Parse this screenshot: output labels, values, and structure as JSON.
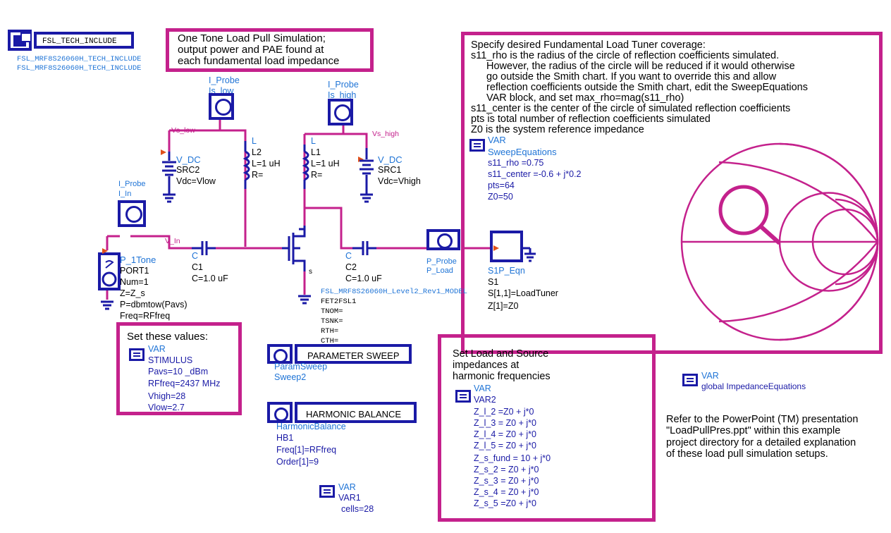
{
  "tech_include": {
    "title": "FSL_TECH_INCLUDE",
    "line1": "FSL_MRF8S26060H_TECH_INCLUDE",
    "line2": "FSL_MRF8S26060H_TECH_INCLUDE"
  },
  "title_note": {
    "line1": "One Tone Load Pull Simulation;",
    "line2": "output power and PAE found at",
    "line3": "each fundamental load impedance"
  },
  "tuner_note": {
    "lines": [
      "Specify desired Fundamental Load Tuner coverage:",
      "s11_rho is the radius of the circle of reflection coefficients simulated.",
      "However, the radius of the circle will be reduced if it would otherwise",
      "go outside the Smith chart.  If you want to override this and allow",
      "reflection coefficients outside the Smith chart, edit the SweepEquations",
      "VAR block, and set max_rho=mag(s11_rho)",
      "s11_center is the center of the circle of simulated reflection coefficients",
      "pts is total number of reflection coefficients simulated",
      "Z0 is the system reference impedance"
    ],
    "var": {
      "kind": "VAR",
      "name": "SweepEquations",
      "params": [
        "s11_rho =0.75",
        "s11_center =-0.6 + j*0.2",
        "pts=64",
        "Z0=50"
      ]
    }
  },
  "probes": {
    "is_low": {
      "kind": "I_Probe",
      "name": "Is_low"
    },
    "is_high": {
      "kind": "I_Probe",
      "name": "Is_high"
    },
    "i_in": {
      "kind": "I_Probe",
      "name": "I_In"
    },
    "p_load": {
      "kind": "P_Probe",
      "name": "P_Load"
    }
  },
  "nets": {
    "vs_low": "Vs_low",
    "vs_high": "Vs_high",
    "v_in": "V_In"
  },
  "src2": {
    "kind": "V_DC",
    "name": "SRC2",
    "param": "Vdc=Vlow"
  },
  "src1": {
    "kind": "V_DC",
    "name": "SRC1",
    "param": "Vdc=Vhigh"
  },
  "l2": {
    "kind": "L",
    "name": "L2",
    "p1": "L=1 uH",
    "p2": "R="
  },
  "l1": {
    "kind": "L",
    "name": "L1",
    "p1": "L=1 uH",
    "p2": "R="
  },
  "c1": {
    "kind": "C",
    "name": "C1",
    "param": "C=1.0 uF"
  },
  "c2": {
    "kind": "C",
    "name": "C2",
    "param": "C=1.0 uF"
  },
  "port1": {
    "kind": "P_1Tone",
    "name": "PORT1",
    "params": [
      "Num=1",
      "Z=Z_s",
      "P=dbmtow(Pavs)",
      "Freq=RFfreq"
    ]
  },
  "fet": {
    "model": "FSL_MRF8S26060H_Level2_Rev1_MODEL",
    "params": [
      "FET2FSL1",
      "TNOM=",
      "TSNK=",
      "RTH=",
      "CTH="
    ]
  },
  "s1p": {
    "kind": "S1P_Eqn",
    "name": "S1",
    "params": [
      "S[1,1]=LoadTuner",
      "Z[1]=Z0"
    ]
  },
  "stimulus_note": {
    "header": "Set these values:",
    "kind": "VAR",
    "name": "STIMULUS",
    "params": [
      "Pavs=10 _dBm",
      "RFfreq=2437 MHz",
      "Vhigh=28",
      "Vlow=2.7"
    ]
  },
  "param_sweep": {
    "title": "PARAMETER SWEEP",
    "kind": "ParamSweep",
    "name": "Sweep2"
  },
  "harmonic_balance": {
    "title": "HARMONIC BALANCE",
    "kind": "HarmonicBalance",
    "name": "HB1",
    "params": [
      "Freq[1]=RFfreq",
      "Order[1]=9"
    ]
  },
  "var1": {
    "kind": "VAR",
    "name": "VAR1",
    "params": [
      "cells=28"
    ]
  },
  "harmonics_note": {
    "lines": [
      "Set Load and Source",
      "impedances at",
      "harmonic frequencies"
    ],
    "kind": "VAR",
    "name": "VAR2",
    "params": [
      "Z_l_2 =Z0 + j*0",
      "Z_l_3 = Z0 + j*0",
      "Z_l_4 = Z0 + j*0",
      "Z_l_5 = Z0 + j*0",
      "Z_s_fund =  10 + j*0",
      "Z_s_2 = Z0 + j*0",
      "Z_s_3 = Z0 + j*0",
      "Z_s_4 = Z0 + j*0",
      "Z_s_5 =Z0 + j*0"
    ]
  },
  "global_var": {
    "kind": "VAR",
    "name": "global ImpedanceEquations"
  },
  "refer_note": {
    "lines": [
      "Refer to the PowerPoint (TM) presentation",
      "\"LoadPullPres.ppt\" within this example",
      "project directory for a detailed explanation",
      "of these load pull simulation setups."
    ]
  },
  "colors": {
    "wire": "#c4218c",
    "component": "#1a1aa6",
    "label": "#1f74d6",
    "accent": "#e0501a"
  },
  "icons": [
    "include-icon",
    "probe-icon",
    "vdc-source-icon",
    "inductor-icon",
    "capacitor-icon",
    "port-source-icon",
    "fet-icon",
    "s1p-icon",
    "var-icon",
    "sweep-icon",
    "hb-icon",
    "smith-chart-icon",
    "ground-icon"
  ]
}
